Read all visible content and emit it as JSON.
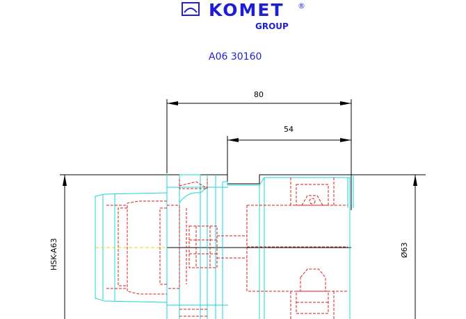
{
  "brand": {
    "name": "KOMET",
    "registered": "®",
    "group": "GROUP"
  },
  "part_number": "A06 30160",
  "dimensions": {
    "overall_length": "80",
    "inner_length": "54",
    "shank": "HSK-A63",
    "diameter": "Ø63"
  },
  "colors": {
    "logo": "#1e1ed6",
    "outline": "#19d6d6",
    "hidden": "#e01919",
    "centerline": "#e6d619",
    "dimension": "#000000"
  }
}
